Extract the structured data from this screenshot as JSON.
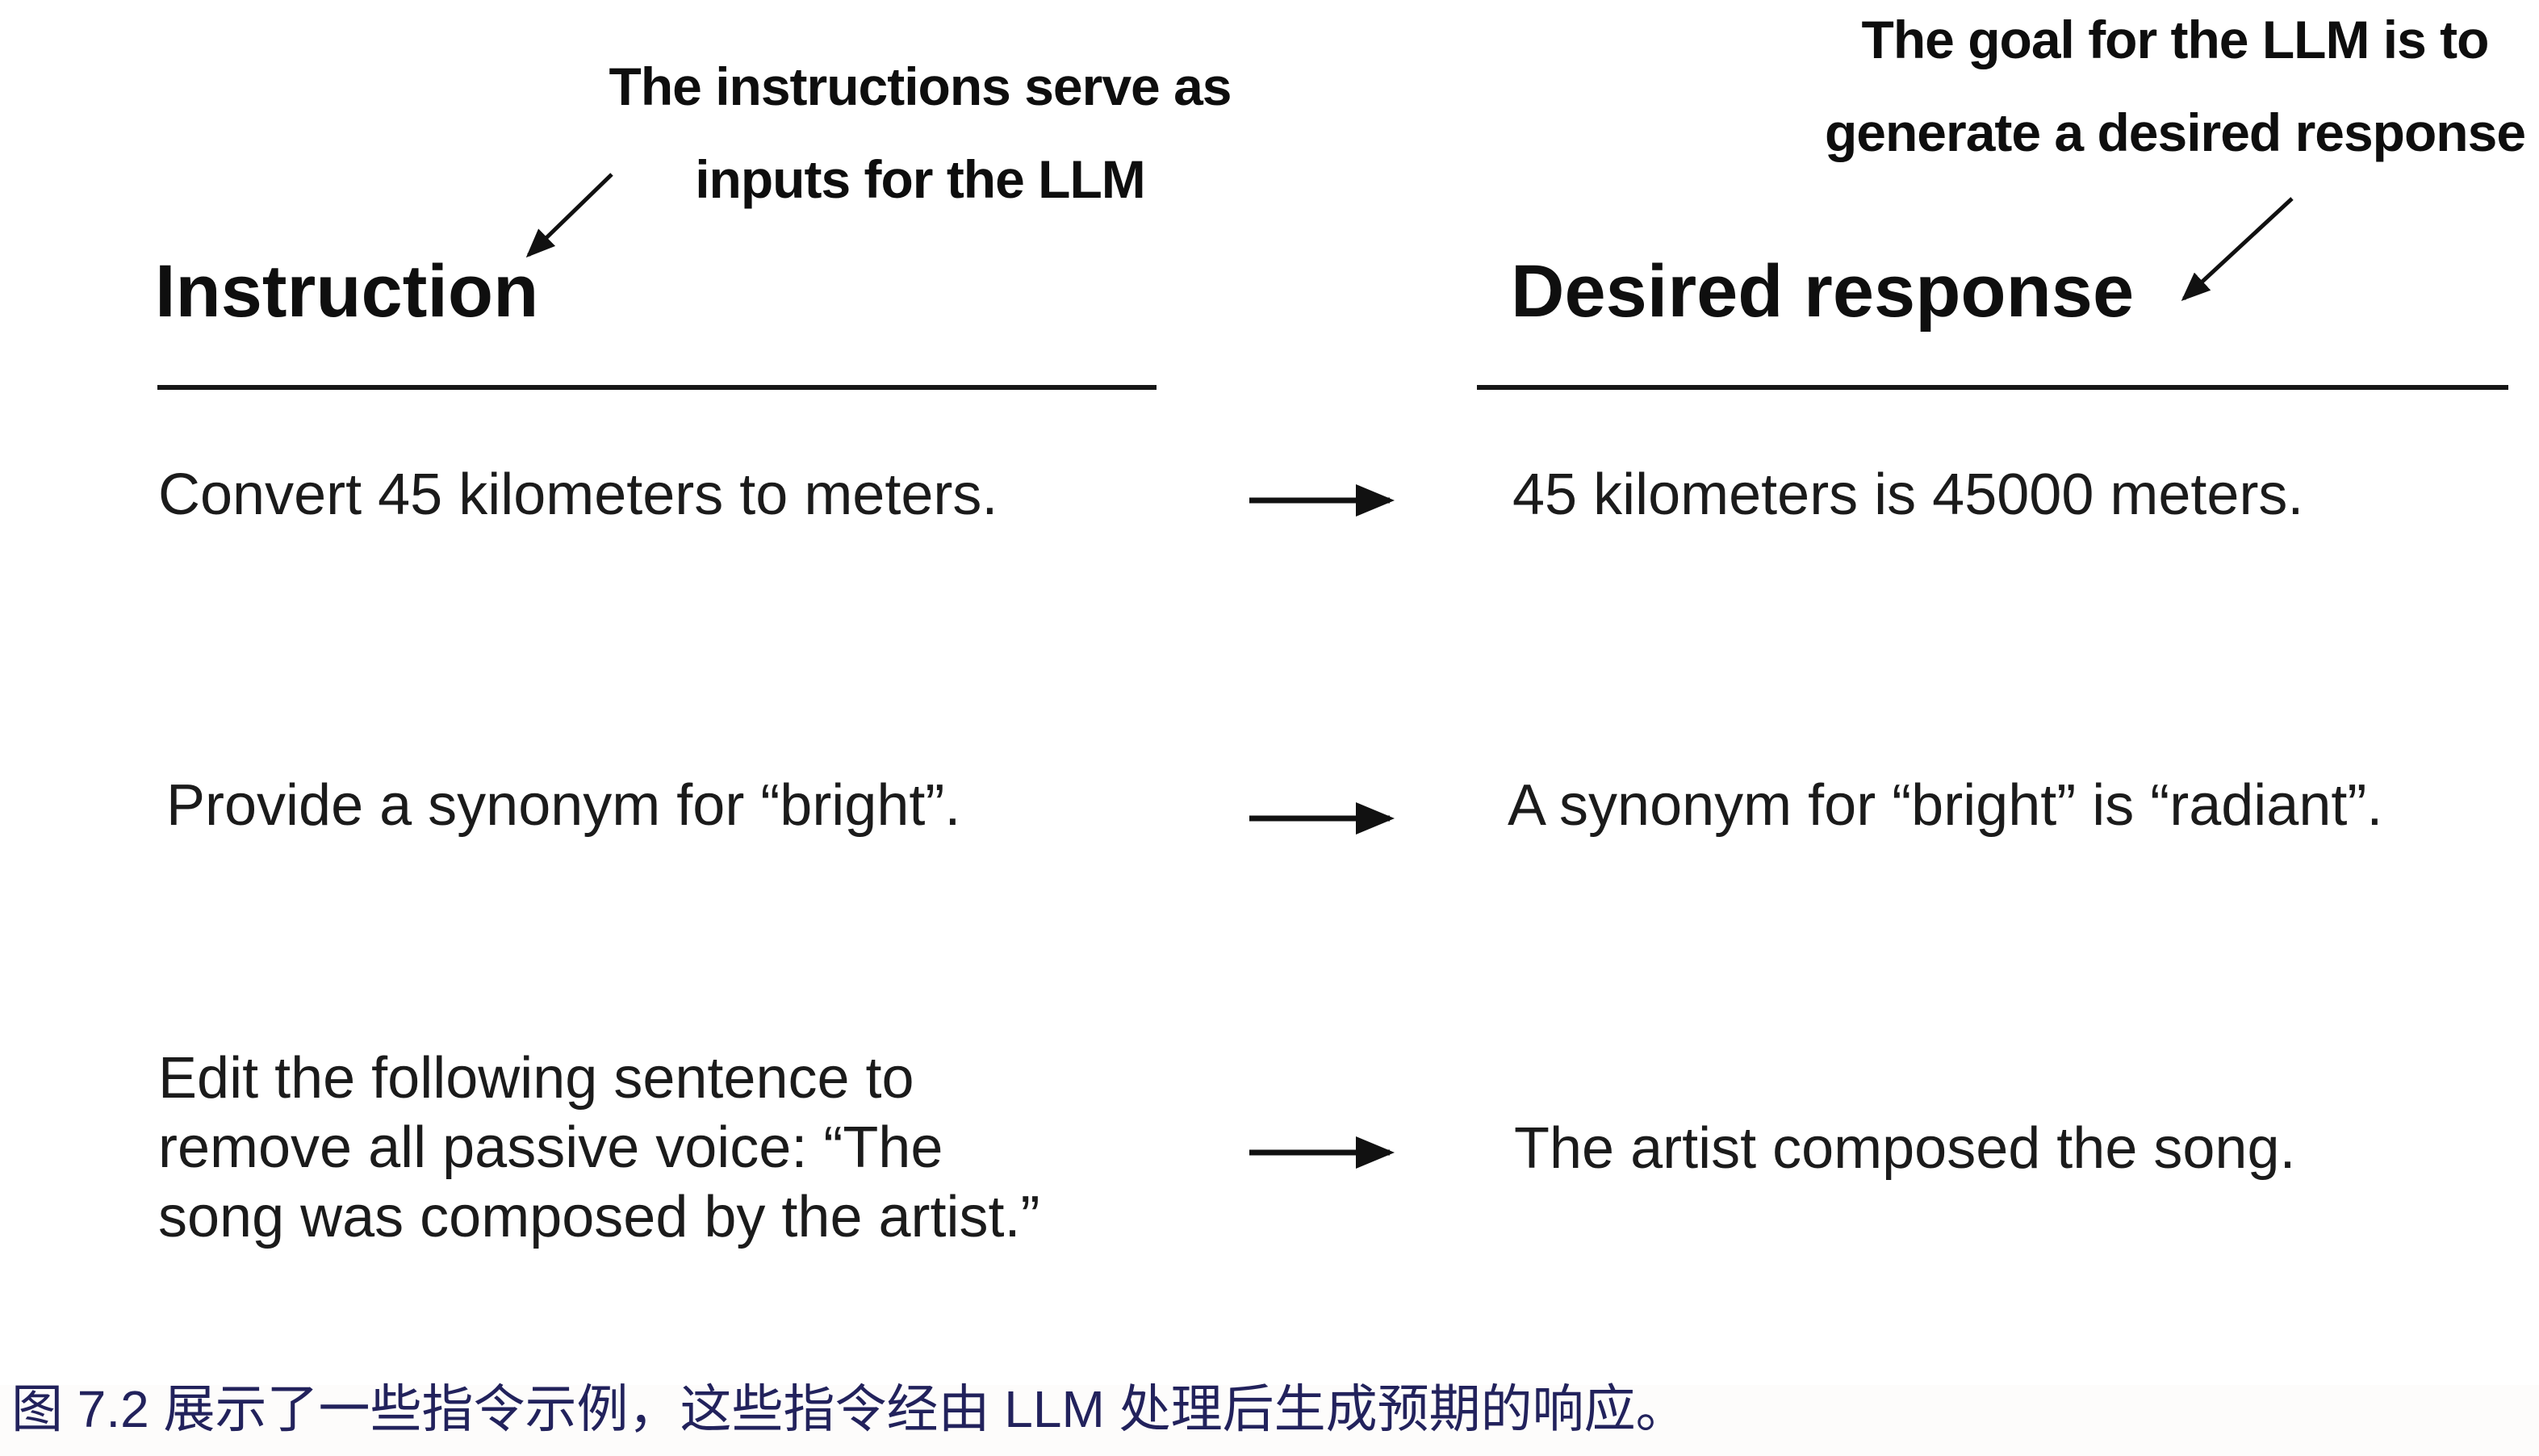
{
  "figure": {
    "annotations": {
      "left_text": "The instructions serve as\ninputs for the LLM",
      "right_text": "The goal for the LLM is to\ngenerate a desired response"
    },
    "columns": {
      "instruction_header": "Instruction",
      "response_header": "Desired response"
    },
    "rows": [
      {
        "instruction": "Convert 45 kilometers to meters.",
        "response": "45 kilometers is 45000 meters."
      },
      {
        "instruction": "Provide a synonym for “bright”.",
        "response": "A synonym for “bright” is “radiant”."
      },
      {
        "instruction": "Edit the following sentence to\nremove all passive voice: “The\nsong was composed by the artist.”",
        "response": "The artist composed the song."
      }
    ],
    "caption": {
      "text": "图 7.2 展示了一些指令示例，这些指令经由 LLM 处理后生成预期的响应。",
      "color": "#22225c"
    },
    "icons": {
      "flow_arrow": "→",
      "annotation_arrow": "↙"
    },
    "colors": {
      "text": "#1b1b1b",
      "rule": "#161616",
      "background": "#ffffff"
    }
  }
}
